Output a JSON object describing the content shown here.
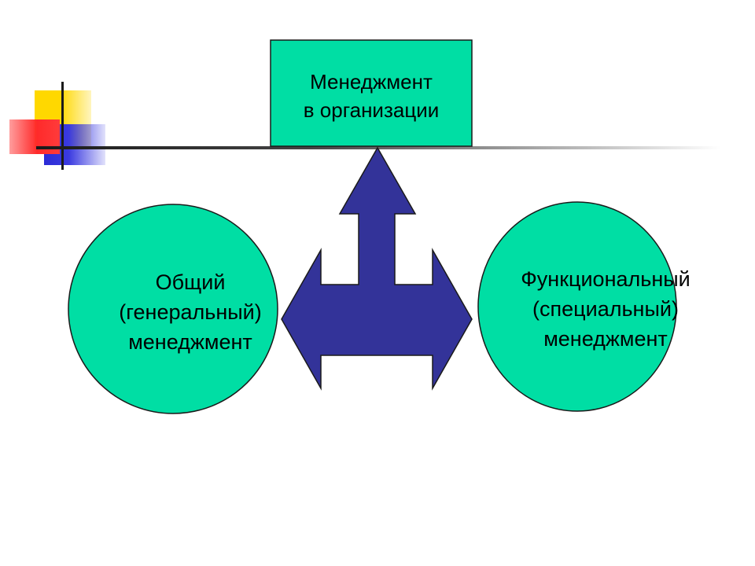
{
  "colors": {
    "node_fill": "#00dea4",
    "arrow_fill": "#333399",
    "outline": "#1a1a1a"
  },
  "nodes": {
    "top": {
      "lines": [
        "Менеджмент",
        "в организации"
      ]
    },
    "left": {
      "lines": [
        "Общий",
        "(генеральный)",
        "менеджмент"
      ]
    },
    "right": {
      "lines": [
        "Функциональный",
        "(специальный)",
        "менеджмент"
      ]
    }
  },
  "decorations": {
    "corner_icon": "color-squares-ornament"
  }
}
